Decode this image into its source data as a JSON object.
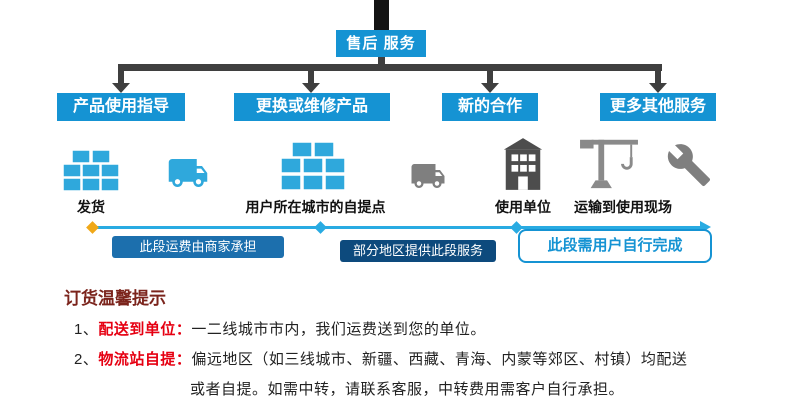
{
  "root": {
    "label": "售后 服务"
  },
  "branches": [
    {
      "label": "产品使用指导"
    },
    {
      "label": "更换或维修产品"
    },
    {
      "label": "新的合作"
    },
    {
      "label": "更多其他服务"
    }
  ],
  "stages": [
    {
      "label": "发货",
      "icon": "boxes-pallet"
    },
    {
      "label": "用户所在城市的自提点",
      "icon": "boxes-pallet-large"
    },
    {
      "label": "使用单位",
      "icon": "building"
    },
    {
      "label": "运输到使用现场",
      "icon": "tower-crane"
    }
  ],
  "icons": {
    "boxes_pallet": "stack of shipping boxes",
    "delivery_truck": "delivery truck",
    "building": "destination building",
    "tower_crane": "tower crane",
    "wrench": "wrench / installation tool"
  },
  "timeline": {
    "segments": [
      {
        "label": "此段运费由商家承担"
      },
      {
        "label": "部分地区提供此段服务"
      },
      {
        "label": "此段需用户自行完成"
      }
    ]
  },
  "tips": {
    "heading": "订货温馨提示",
    "items": [
      {
        "prefix": "1、",
        "label": "配送到单位：",
        "text": "一二线城市市内，我们运费送到您的单位。"
      },
      {
        "prefix": "2、",
        "label": "物流站自提：",
        "text": "偏远地区（如三线城市、新疆、西藏、青海、内蒙等郊区、村镇）均配送",
        "text2": "或者自提。如需中转，请联系客服，中转费用需客户自行承担。"
      }
    ]
  },
  "colors": {
    "node_blue": "#1593d3",
    "connector_dark": "#3f3f3f",
    "timeline_blue": "#29abe2",
    "segment1_bg": "#1c6fad",
    "segment2_bg": "#0d4a7d",
    "tip_red": "#e60012",
    "heading_red": "#7b241c",
    "icon_teal": "#2fa8dc",
    "icon_gray": "#7f7f7f"
  }
}
